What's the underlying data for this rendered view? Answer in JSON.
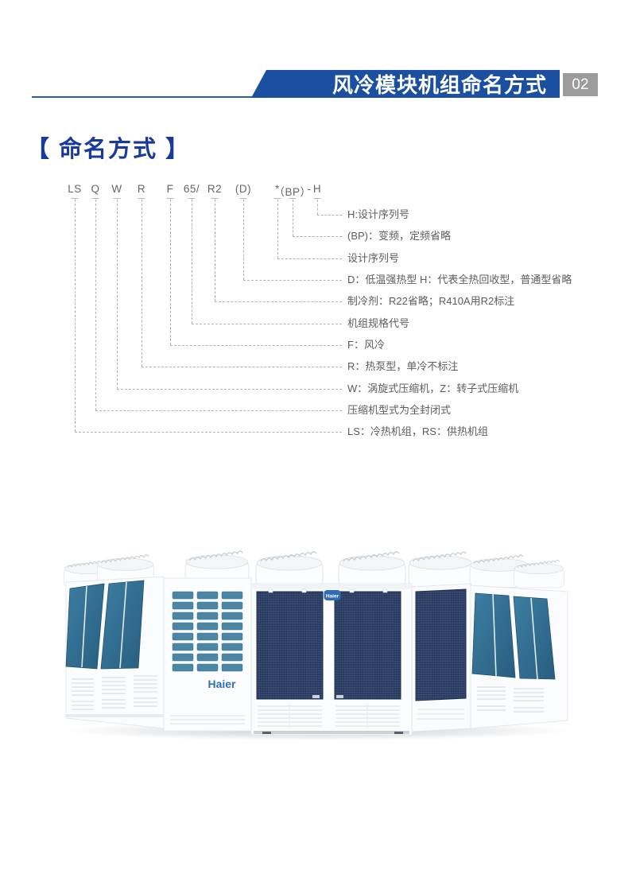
{
  "page": {
    "header_title": "风冷模块机组命名方式",
    "number": "02",
    "section_title": "【 命名方式 】"
  },
  "naming": {
    "codes": [
      "LS",
      "Q",
      "W",
      "R",
      "F",
      "65/",
      "R2",
      "(D)",
      "*",
      "（BP）",
      "-",
      "H"
    ],
    "explanations": [
      "H:设计序列号",
      "(BP)：变频，定频省略",
      "设计序列号",
      "D：低温强热型 H：代表全热回收型，普通型省略",
      "制冷剂：R22省略；R410A用R2标注",
      "机组规格代号",
      "F：风冷",
      "R：热泵型，单冷不标注",
      "W：涡旋式压缩机，Z：转子式压缩机",
      "压缩机型式为全封闭式",
      "LS：冷热机组，RS：供热机组"
    ]
  },
  "product": {
    "brand": "Haier"
  },
  "colors": {
    "accent_blue": "#1b4fa2",
    "heading_blue": "#19399b",
    "page_num_gray": "#9b9b9b",
    "text_gray": "#5d5d5d",
    "line_gray": "#b3b3b3",
    "brand_blue": "#2e6cb5",
    "panel_teal": "#35759a",
    "panel_navy": "#2d4066"
  }
}
